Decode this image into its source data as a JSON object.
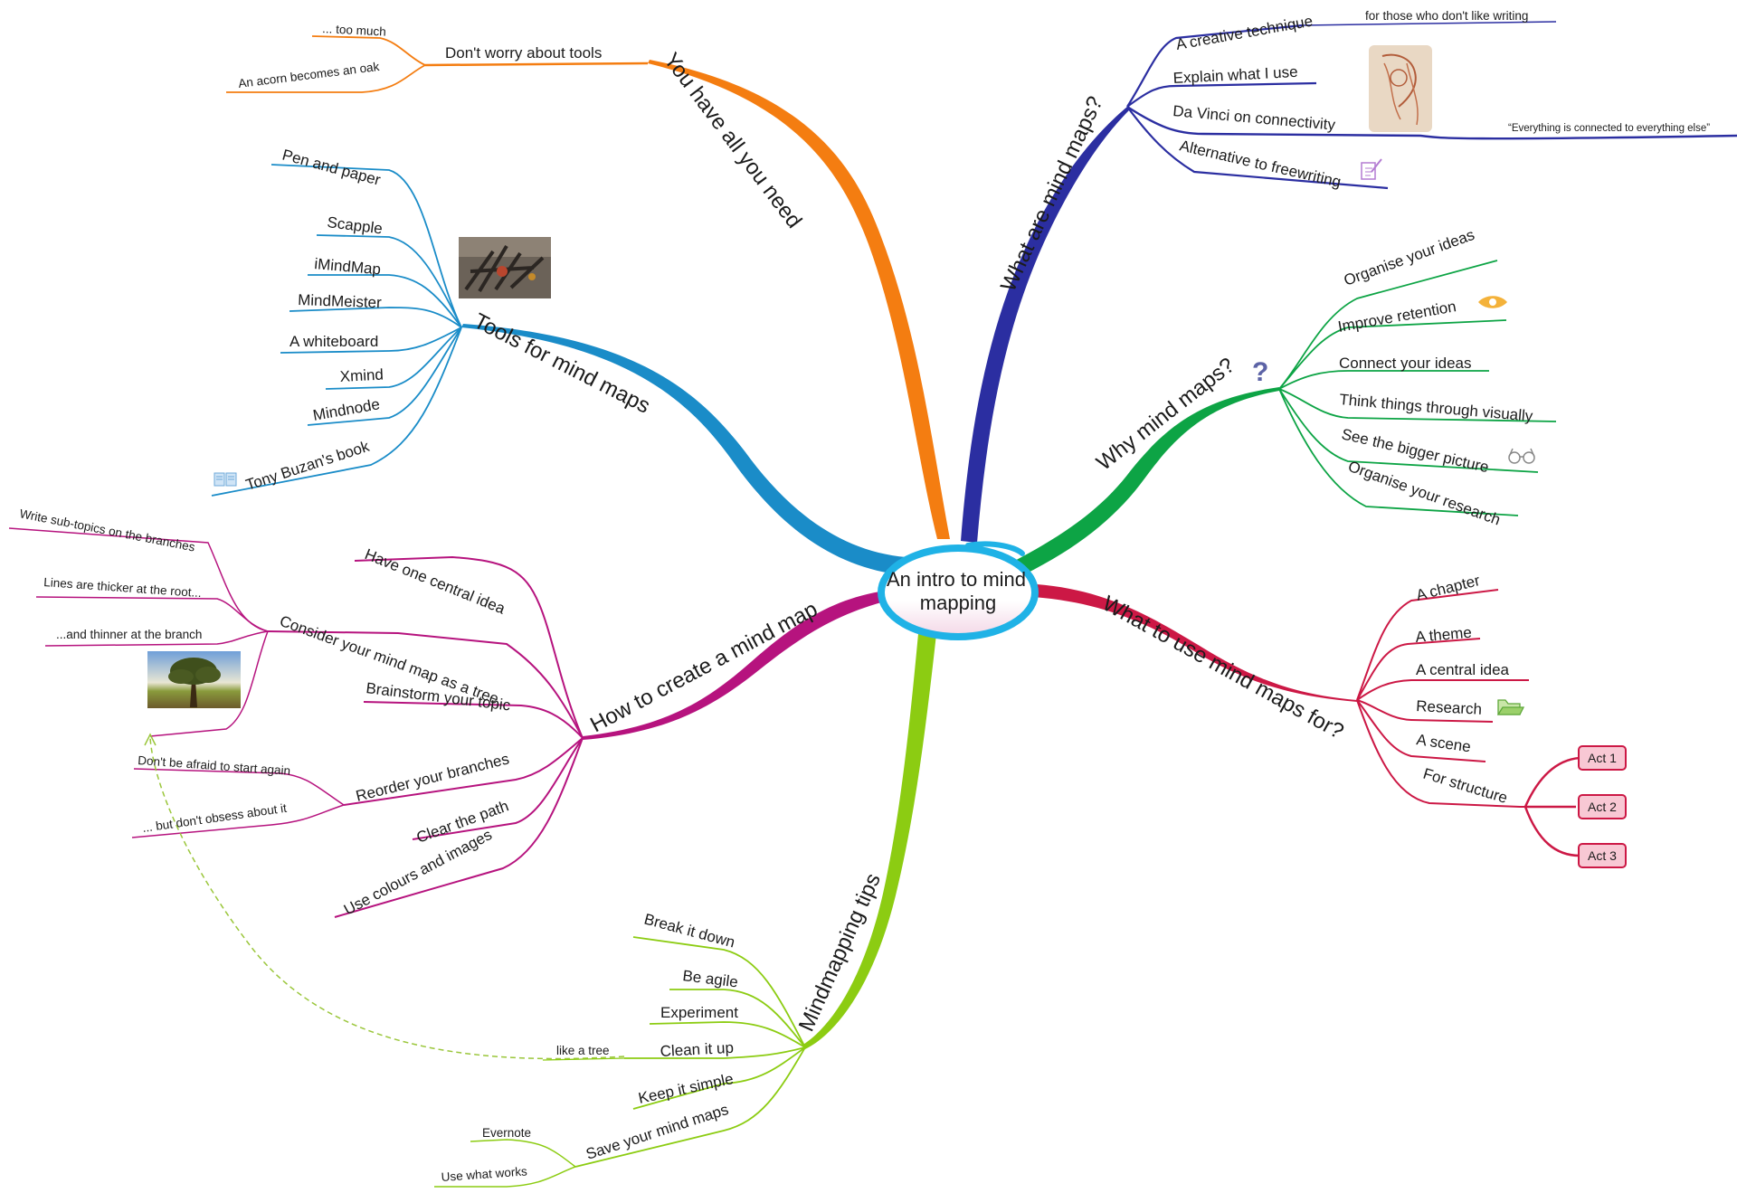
{
  "center": {
    "line1": "An intro to mind",
    "line2": "mapping",
    "color": "#1fb2e6"
  },
  "colors": {
    "orange": "#f47d11",
    "blue": "#1a8cc8",
    "navy": "#2b2ea1",
    "green": "#0da445",
    "crimson": "#cc1845",
    "lime": "#8ccc12",
    "magenta": "#b6137e",
    "act_fill": "#f8c8d4"
  },
  "branches": {
    "you_have": {
      "label": "You have all you need",
      "sub": {
        "label": "Don't worry about tools",
        "children": [
          "... too much",
          "An acorn becomes an oak"
        ]
      }
    },
    "tools": {
      "label": "Tools for mind maps",
      "children": [
        "Pen and paper",
        "Scapple",
        "iMindMap",
        "MindMeister",
        "A whiteboard",
        "Xmind",
        "Mindnode",
        "Tony Buzan's book"
      ],
      "image": "tools-photo"
    },
    "what_are": {
      "label": "What are mind maps?",
      "children": [
        {
          "label": "A creative technique",
          "child": "for those who don't like writing"
        },
        {
          "label": "Explain what I use"
        },
        {
          "label": "Da Vinci on connectivity",
          "child": "“Everything is connected to everything else”",
          "image": "da-vinci-sketch"
        },
        {
          "label": "Alternative to freewriting",
          "icon": "notepad-icon"
        }
      ]
    },
    "why": {
      "label": "Why mind maps?",
      "icon": "question-mark-icon",
      "children": [
        "Organise your ideas",
        "Improve retention",
        "Connect your ideas",
        "Think things through visually",
        "See the bigger picture",
        "Organise your research"
      ]
    },
    "what_use": {
      "label": "What to use mind maps for?",
      "children": [
        "A chapter",
        "A theme",
        "A central idea",
        "Research",
        "A scene",
        "For structure"
      ],
      "acts": [
        "Act 1",
        "Act 2",
        "Act 3"
      ]
    },
    "how": {
      "label": "How to create a mind map",
      "children": [
        "Have one central idea",
        "Consider your mind map as a tree",
        "Brainstorm your topic",
        "Reorder your branches",
        "Clear the path",
        "Use colours and images"
      ],
      "tree_children": [
        "Write sub-topics on the branches",
        "Lines are thicker at the root...",
        "...and thinner at the branch"
      ],
      "reorder_children": [
        "Don't be afraid to start again",
        "... but don't obsess about it"
      ]
    },
    "tips": {
      "label": "Mindmapping tips",
      "children": [
        "Break it down",
        "Be agile",
        "Experiment",
        "Clean it up",
        "Keep it simple",
        "Save your mind maps"
      ],
      "clean_child": "like a tree",
      "save_children": [
        "Evernote",
        "Use what works"
      ]
    }
  }
}
